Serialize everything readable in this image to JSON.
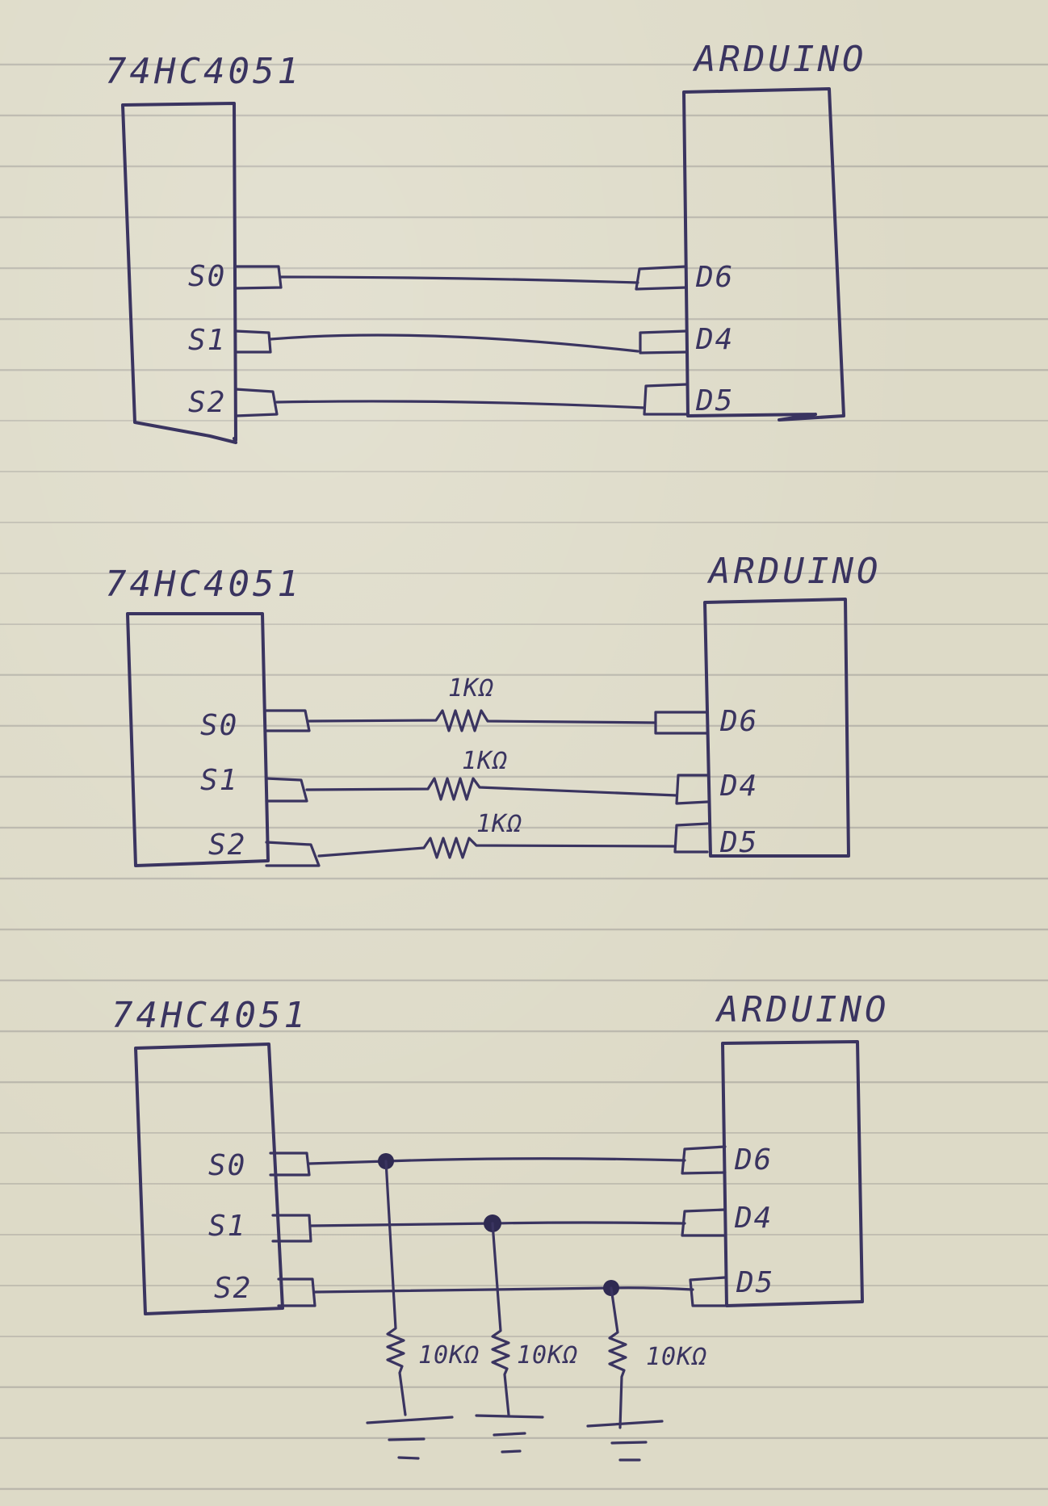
{
  "diagrams": [
    {
      "chip_label": "74HC4051",
      "board_label": "ARDUINO",
      "mux_pins": [
        "S0",
        "S1",
        "S2"
      ],
      "board_pins": [
        "D6",
        "D4",
        "D5"
      ]
    },
    {
      "chip_label": "74HC4051",
      "board_label": "ARDUINO",
      "mux_pins": [
        "S0",
        "S1",
        "S2"
      ],
      "board_pins": [
        "D6",
        "D4",
        "D5"
      ],
      "series_resistors": [
        "1KΩ",
        "1KΩ",
        "1KΩ"
      ]
    },
    {
      "chip_label": "74HC4051",
      "board_label": "ARDUINO",
      "mux_pins": [
        "S0",
        "S1",
        "S2"
      ],
      "board_pins": [
        "D6",
        "D4",
        "D5"
      ],
      "pulldown_resistors": [
        "10KΩ",
        "10KΩ",
        "10KΩ"
      ]
    }
  ],
  "colors": {
    "paper": "#dddac7",
    "rule_line": "#b9b6ab",
    "ink": "#3a3460"
  }
}
